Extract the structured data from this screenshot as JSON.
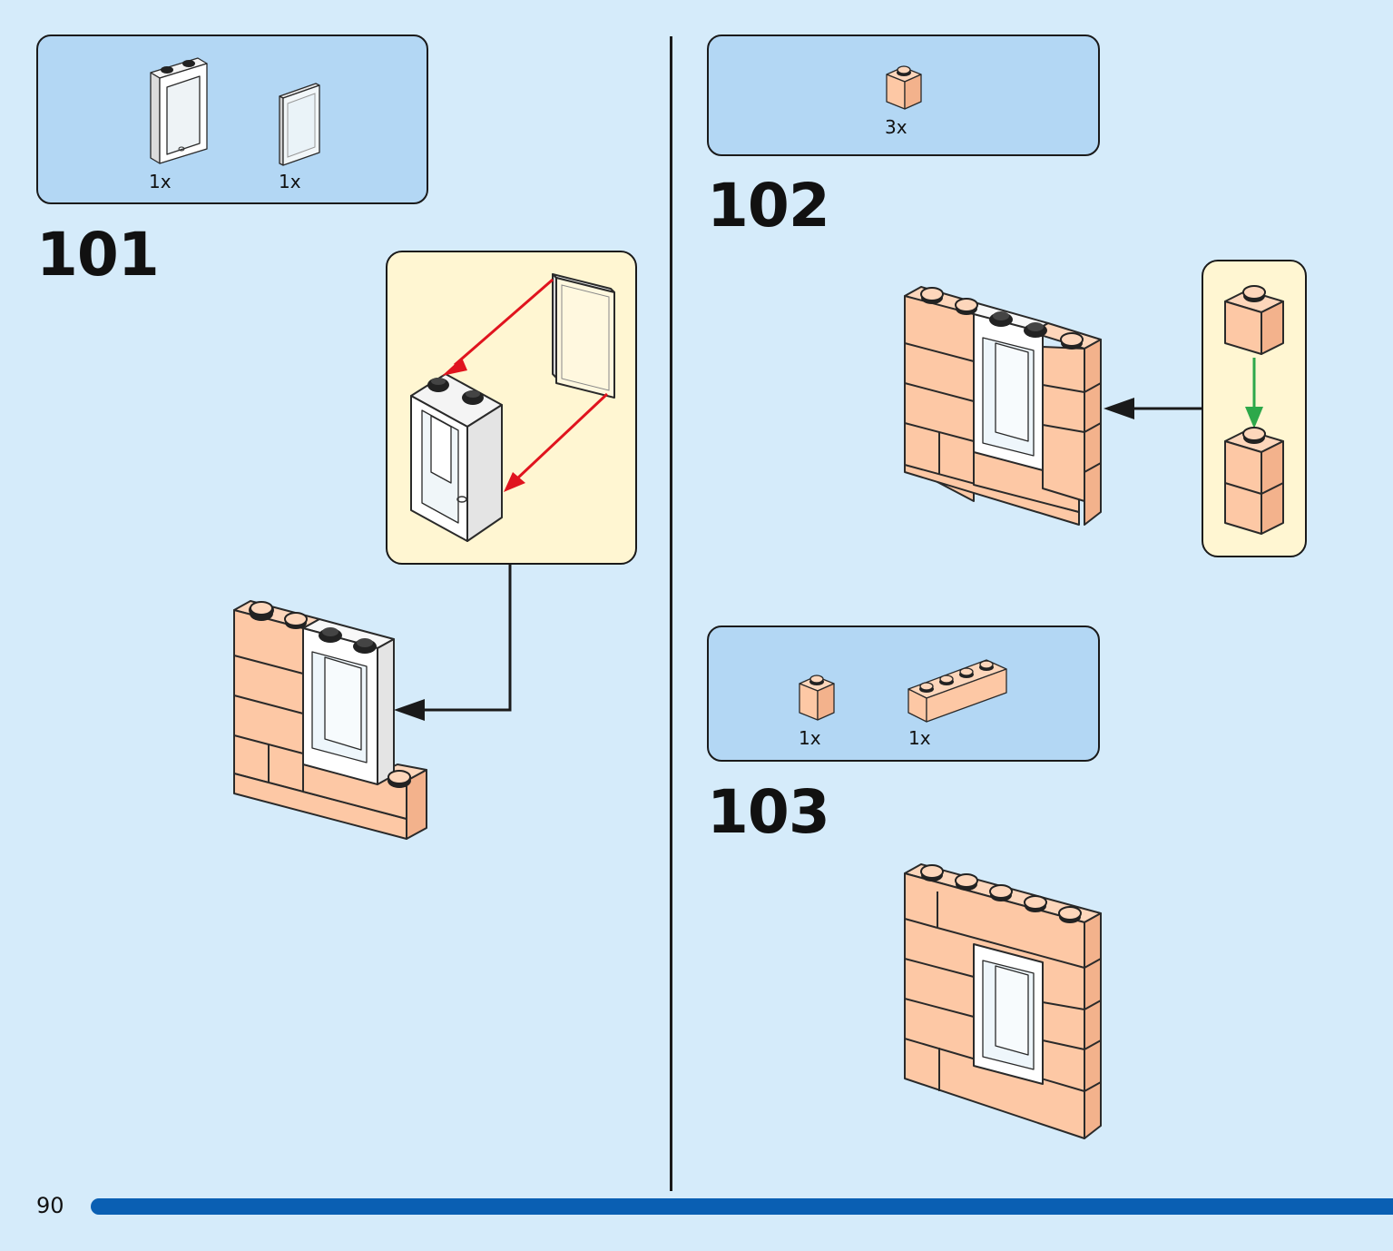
{
  "page_number": "90",
  "steps": [
    {
      "number": "101",
      "parts": [
        {
          "name": "window-frame-1x2x3",
          "qty": "1x"
        },
        {
          "name": "window-glass-pane",
          "qty": "1x"
        }
      ]
    },
    {
      "number": "102",
      "parts": [
        {
          "name": "brick-1x1-tan",
          "qty": "3x"
        }
      ]
    },
    {
      "number": "103",
      "parts": [
        {
          "name": "brick-1x1-tan",
          "qty": "1x"
        },
        {
          "name": "brick-1x4-tan",
          "qty": "1x"
        }
      ]
    }
  ],
  "colors": {
    "page_background": "#d5ebfa",
    "parts_box": "#b3d7f4",
    "callout_box": "#fff6d2",
    "brick_tan": "#fdc8a5",
    "arrow_red": "#e0141e",
    "arrow_green": "#2da84a",
    "progress_bar": "#0a5fb3"
  }
}
